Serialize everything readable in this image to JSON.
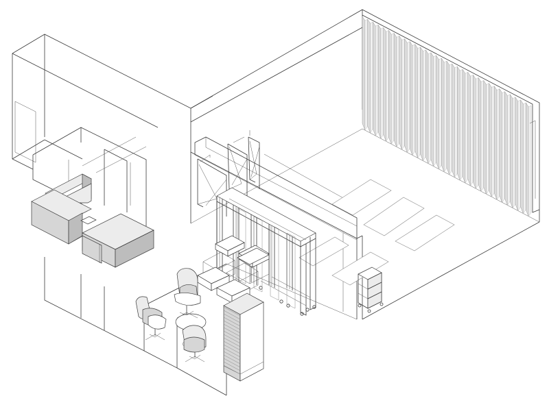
{
  "drawing": {
    "view": "isometric",
    "style": "line-drawing",
    "colors": {
      "line": "#3a3a3a",
      "surface_light": "#ececec",
      "surface_mid": "#d6d6d6",
      "surface_dark": "#bdbdbd",
      "background": "#ffffff"
    },
    "elements": [
      "left-room-volume",
      "reception-counter",
      "studio-room-volume",
      "curtain-wall",
      "mobile-partition-frames",
      "storage-cubes",
      "lounge-chairs",
      "round-table",
      "tall-cabinet",
      "floor-mats",
      "service-trolley",
      "clothing-racks"
    ]
  }
}
